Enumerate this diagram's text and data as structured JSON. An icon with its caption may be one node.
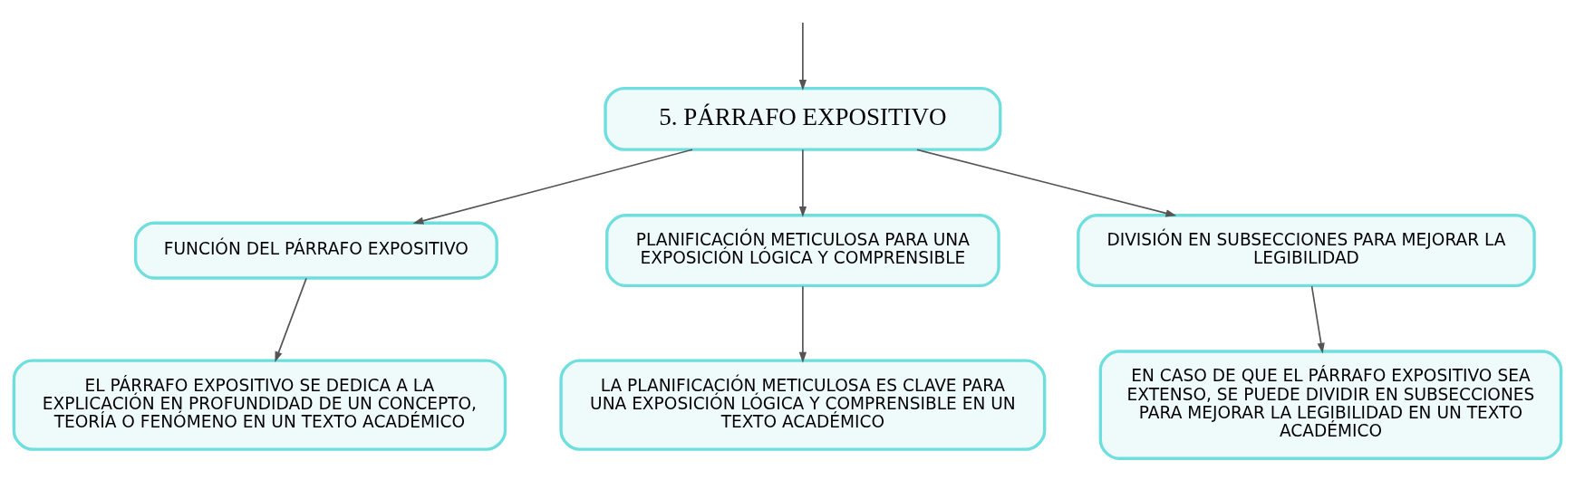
{
  "diagram": {
    "nodes": [
      {
        "text": [
          "5. PÁRRAFO EXPOSITIVO"
        ]
      },
      {
        "text": [
          "FUNCIÓN DEL PÁRRAFO EXPOSITIVO"
        ]
      },
      {
        "text": [
          "PLANIFICACIÓN METICULOSA PARA UNA EXPOSICIÓN LÓGICA Y COMPRENSIBLE"
        ]
      },
      {
        "text": [
          "DIVISIÓN EN SUBSECCIONES PARA MEJORAR LA LEGIBILIDAD"
        ]
      },
      {
        "text": [
          "EL PÁRRAFO EXPOSITIVO SE DEDICA A LA EXPLICACIÓN EN PROFUNDIDAD DE UN CONCEPTO, TEORÍA O FENÓMENO EN UN TEXTO ACADÉMICO"
        ]
      },
      {
        "text": [
          "LA PLANIFICACIÓN METICULOSA ES CLAVE PARA UNA EXPOSICIÓN LÓGICA Y COMPRENSIBLE EN UN TEXTO ACADÉMICO"
        ]
      },
      {
        "text": [
          "EN CASO DE QUE EL PÁRRAFO EXPOSITIVO SEA EXTENSO, SE PUEDE DIVIDIR EN SUBSECCIONES PARA MEJORAR LA LEGIBILIDAD EN UN TEXTO ACADÉMICO"
        ]
      }
    ],
    "edges": [
      {
        "from": null,
        "to": 0,
        "arrow": "to"
      },
      {
        "from": 0,
        "to": 1,
        "arrow": "to"
      },
      {
        "from": 0,
        "to": 2,
        "arrow": "to"
      },
      {
        "from": 0,
        "to": 3,
        "arrow": "to"
      },
      {
        "from": 1,
        "to": 4,
        "arrow": "to"
      },
      {
        "from": 2,
        "to": 5,
        "arrow": "to"
      },
      {
        "from": 3,
        "to": 6,
        "arrow": "to"
      }
    ]
  }
}
